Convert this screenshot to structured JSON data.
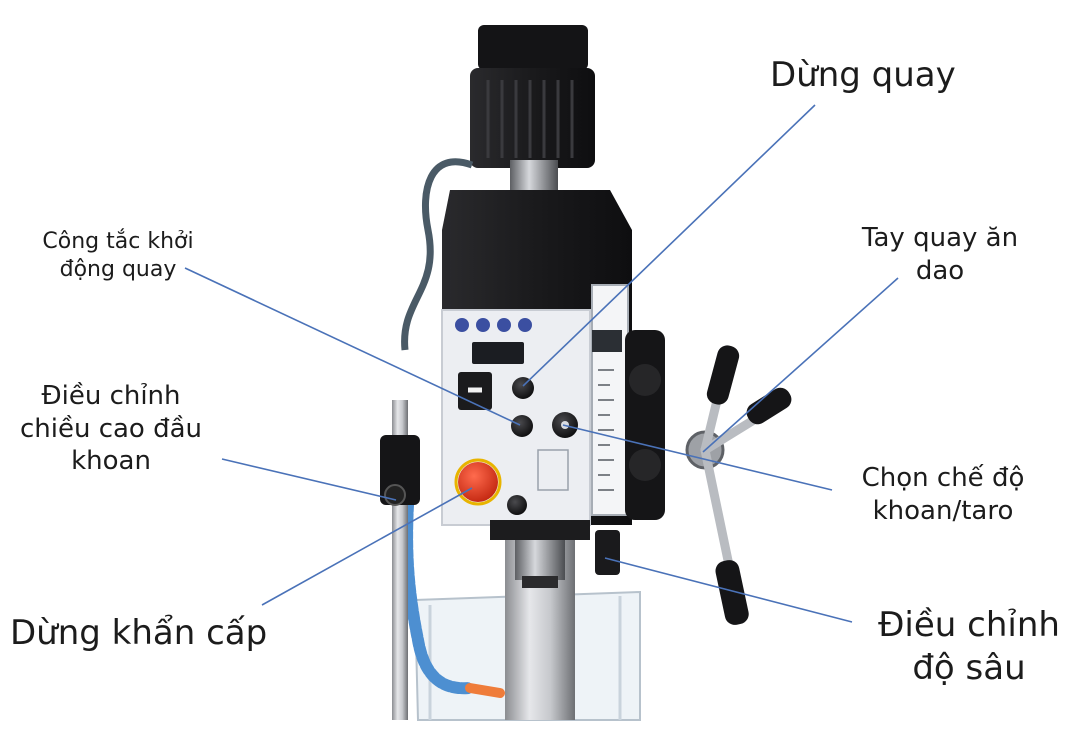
{
  "labels": {
    "stop_rotation": "Dừng quay",
    "start_switch": [
      "Công tắc khởi",
      "động quay"
    ],
    "feed_handle": [
      "Tay quay ăn",
      "dao"
    ],
    "head_height": [
      "Điều chỉnh",
      "chiều cao đầu",
      "khoan"
    ],
    "mode_select": [
      "Chọn chế độ",
      "khoan/taro"
    ],
    "emergency_stop": "Dừng khẩn cấp",
    "depth_adjust": [
      "Điều chỉnh",
      "độ sâu"
    ]
  },
  "colors": {
    "leader_line": "#4a72b8",
    "machine_body": "#1b1b1d",
    "panel": "#eceef2",
    "emergency_button": "#e53a22",
    "coolant_pipe": "#4d8fd1",
    "coolant_nozzle": "#ef7c3a"
  }
}
